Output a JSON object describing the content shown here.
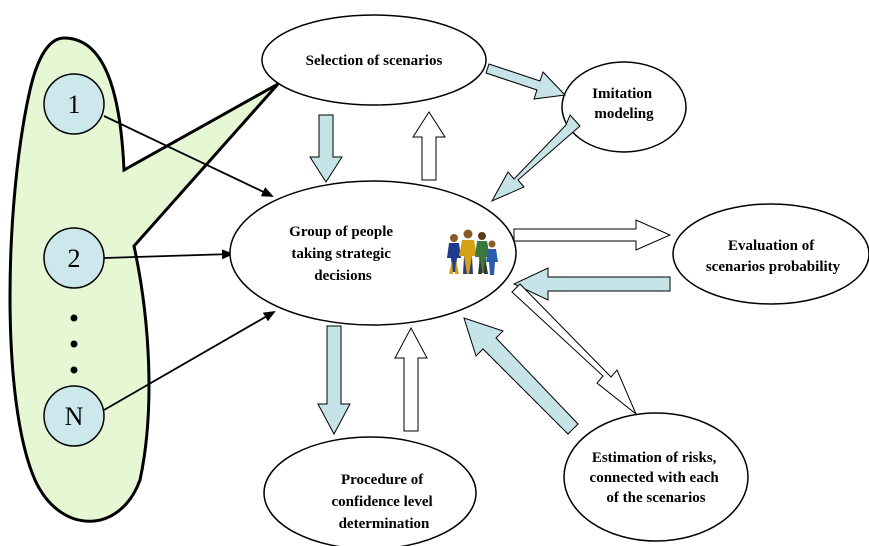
{
  "nodes": {
    "selection": {
      "lines": [
        "Selection of scenarios"
      ]
    },
    "imitation": {
      "lines": [
        "Imitation",
        "modeling"
      ]
    },
    "group": {
      "lines": [
        "Group of people",
        "taking strategic",
        "decisions"
      ]
    },
    "evaluation": {
      "lines": [
        "Evaluation of",
        "scenarios probability"
      ]
    },
    "estimation": {
      "lines": [
        "Estimation of risks,",
        "connected with each",
        "of the scenarios"
      ]
    },
    "procedure": {
      "lines": [
        "Procedure of",
        "confidence level",
        "determination"
      ]
    }
  },
  "members": {
    "m1": "1",
    "m2": "2",
    "mN": "N"
  },
  "colors": {
    "fill_light_green": "#e6f7d4",
    "fill_member_circle": "#cce8ec",
    "fill_arrow": "#c6e3e8",
    "stroke": "#000000"
  },
  "icons": {
    "people": "people-group-icon"
  }
}
